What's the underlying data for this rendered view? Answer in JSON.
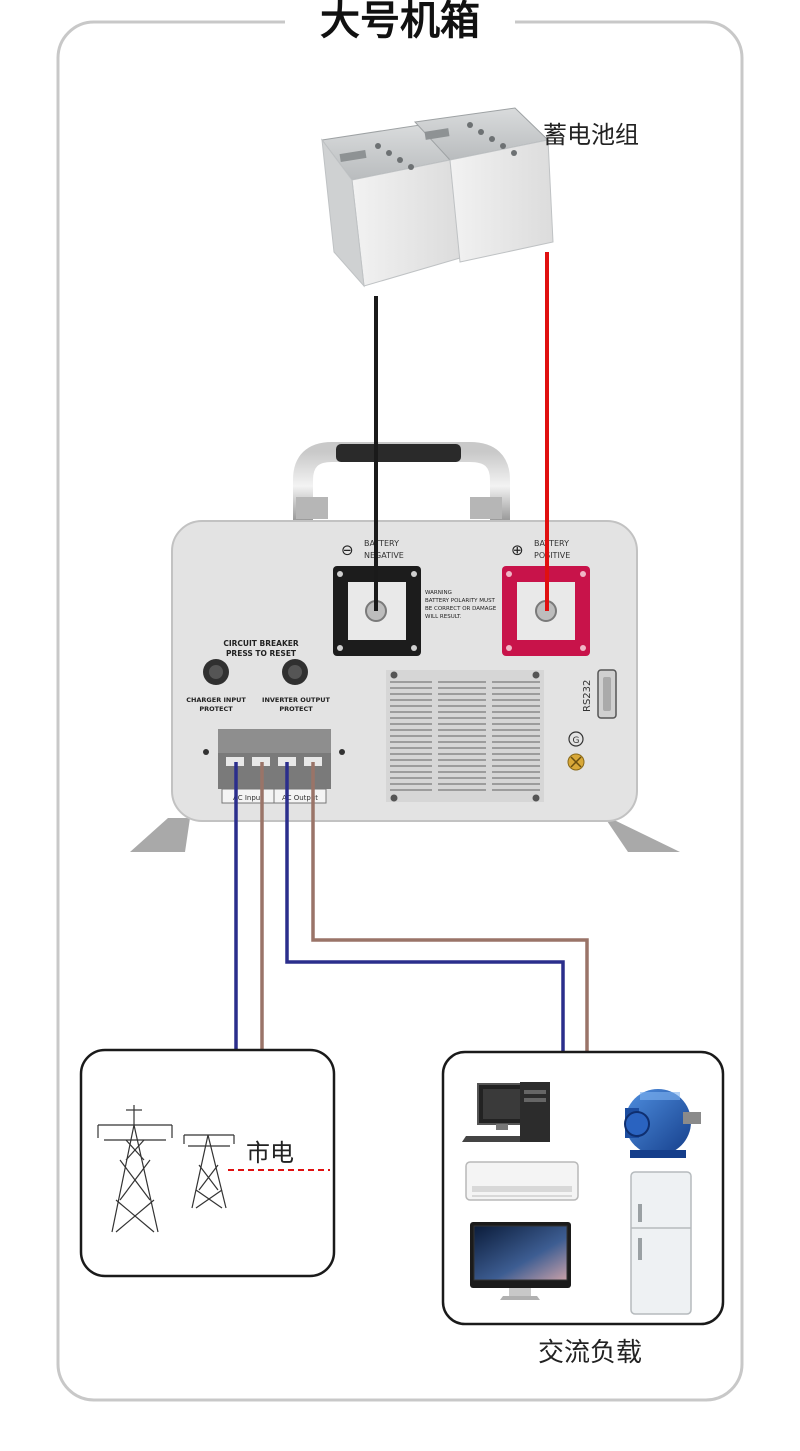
{
  "title": "大号机箱",
  "battery": {
    "label": "蓄电池组"
  },
  "inverter": {
    "battery_negative": {
      "symbol": "⊖",
      "line1": "BATTERY",
      "line2": "NEGATIVE"
    },
    "battery_positive": {
      "symbol": "⊕",
      "line1": "BATTERY",
      "line2": "POSITIVE"
    },
    "warning": [
      "WARNING",
      "BATTERY POLARITY MUST",
      "BE CORRECT OR DAMAGE",
      "WILL RESULT."
    ],
    "breaker": {
      "line1": "CIRCUIT BREAKER",
      "line2": "PRESS TO RESET"
    },
    "charger_input": {
      "line1": "CHARGER INPUT",
      "line2": "PROTECT"
    },
    "inverter_output": {
      "line1": "INVERTER OUTPUT",
      "line2": "PROTECT"
    },
    "ac_input": "AC Input",
    "ac_output": "AC Output",
    "rs232": "RS232",
    "ground": "G"
  },
  "grid": {
    "label": "市电"
  },
  "loads": {
    "label": "交流负载"
  },
  "colors": {
    "wire_negative": "#1a1a1a",
    "wire_positive": "#e01010",
    "wire_blue": "#2b2e8c",
    "wire_brown": "#9a7468",
    "border": "#c8c8c8",
    "negative_block": "#1c1c1c",
    "positive_block": "#c8134a"
  },
  "icons": [
    "battery-pack-icon",
    "power-tower-icon",
    "desktop-pc-icon",
    "electric-motor-icon",
    "air-conditioner-icon",
    "refrigerator-icon",
    "monitor-icon"
  ]
}
